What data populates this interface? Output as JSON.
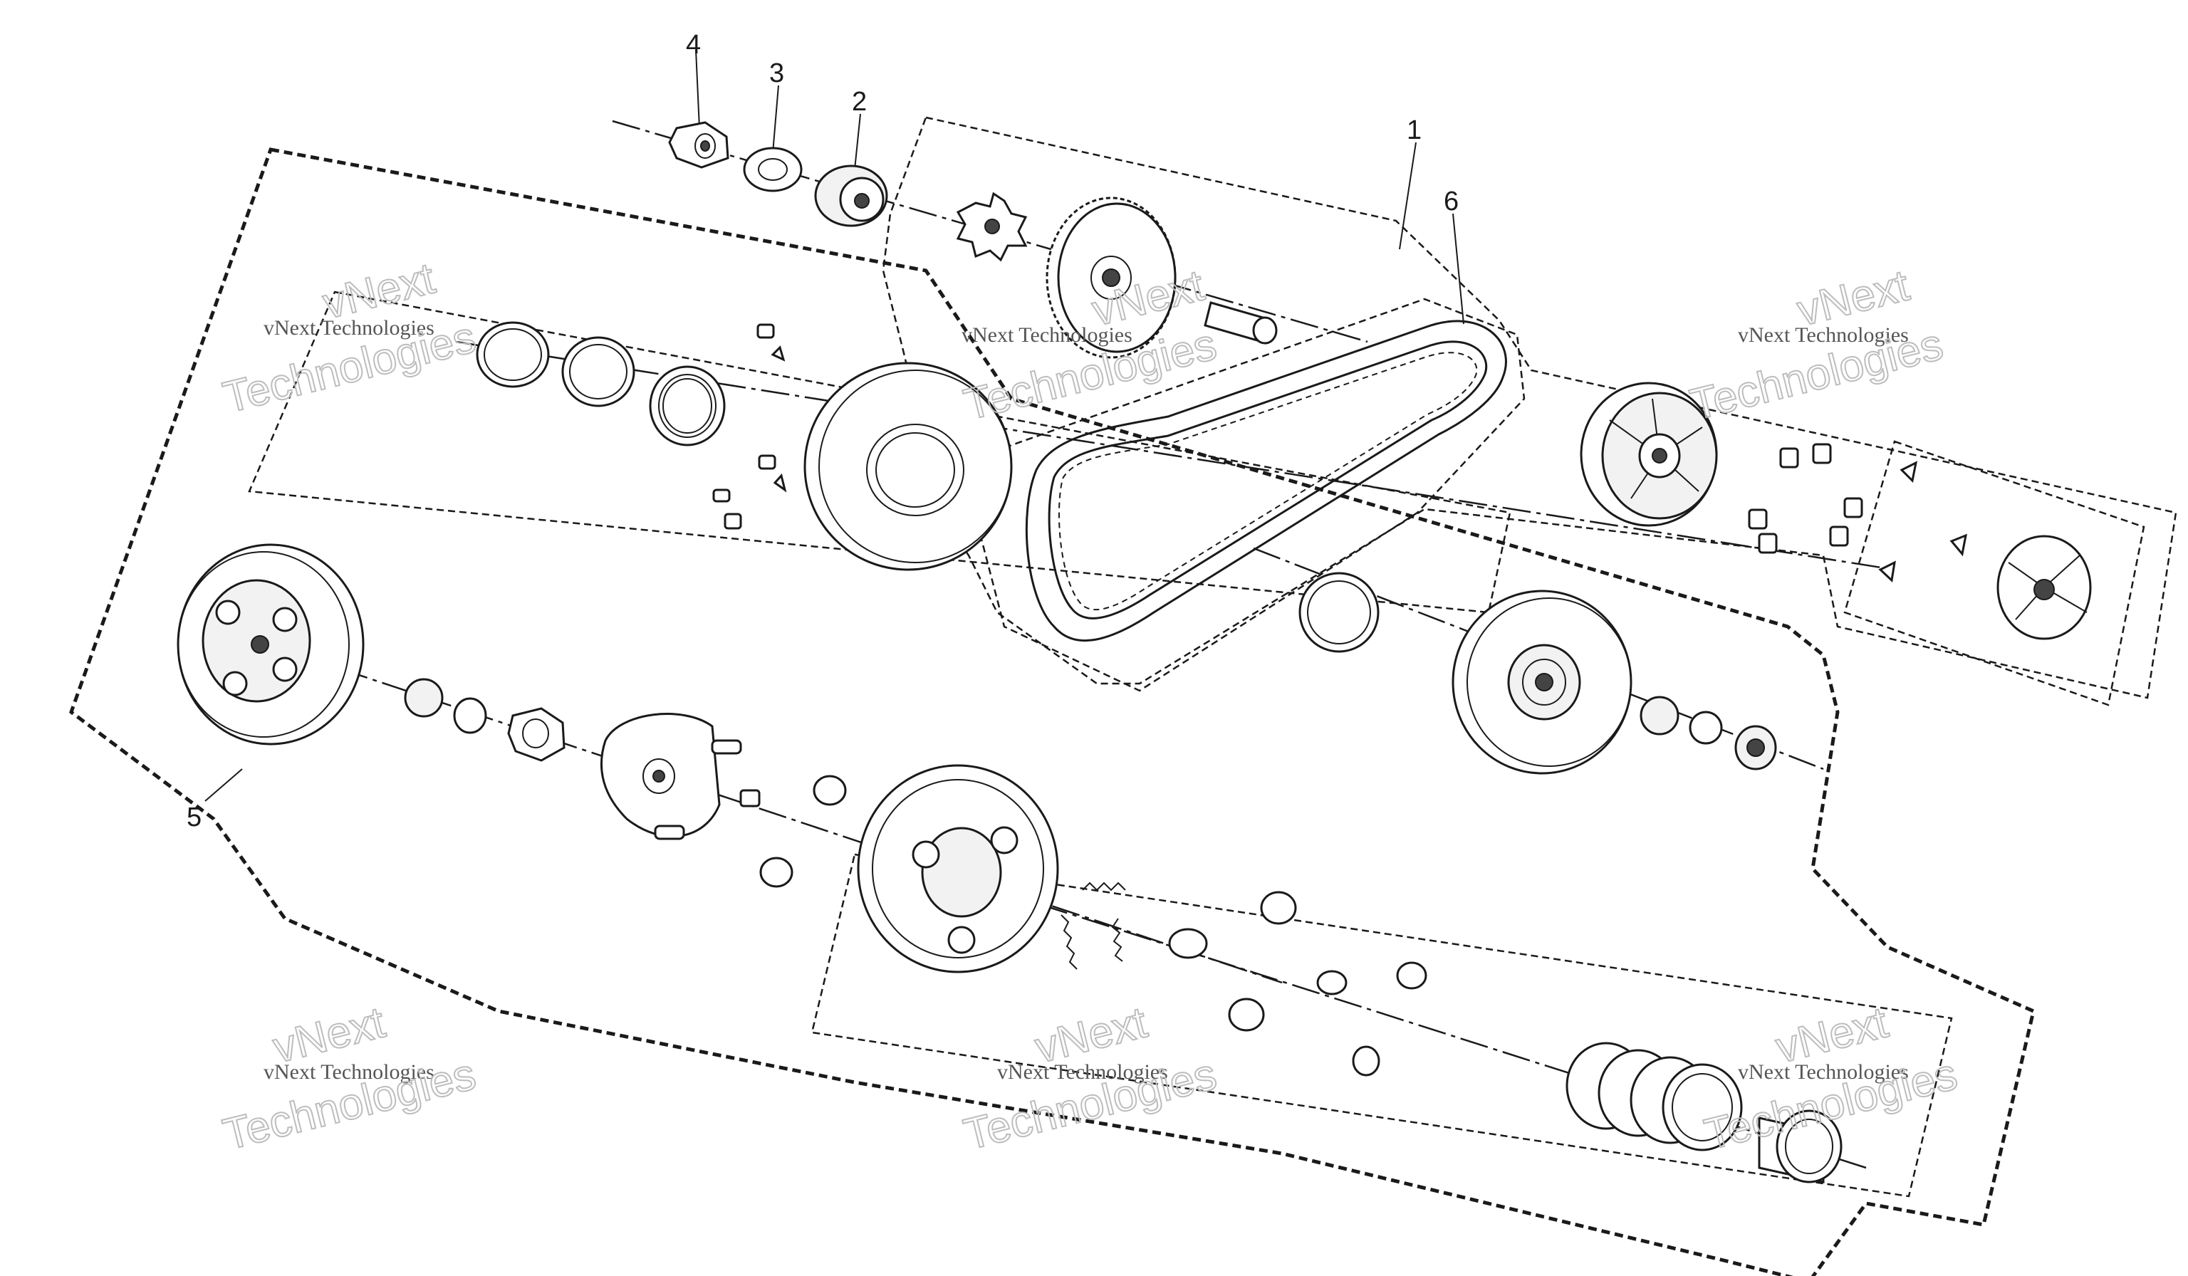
{
  "callouts": {
    "c1": "1",
    "c2": "2",
    "c3": "3",
    "c4": "4",
    "c5": "5",
    "c6": "6"
  },
  "watermark": {
    "line1": "vNext",
    "line2": "vNext Technologies",
    "line3": "Technologies"
  }
}
